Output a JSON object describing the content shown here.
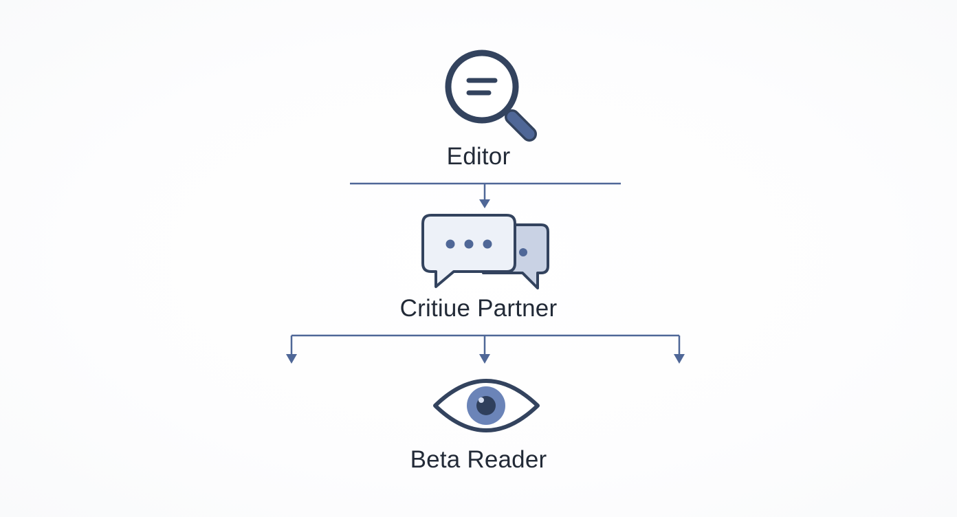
{
  "nodes": {
    "editor": {
      "label": "Editor",
      "icon": "magnifying-glass-icon"
    },
    "critique": {
      "label": "Critiue Partner",
      "icon": "chat-bubbles-icon"
    },
    "beta": {
      "label": "Beta Reader",
      "icon": "eye-icon"
    }
  },
  "colors": {
    "dark": "#33435e",
    "accent": "#4f6797",
    "fill_light": "#edf1f8",
    "fill_mid": "#c9d2e4",
    "iris": "#6b84b8",
    "text": "#222a37"
  }
}
